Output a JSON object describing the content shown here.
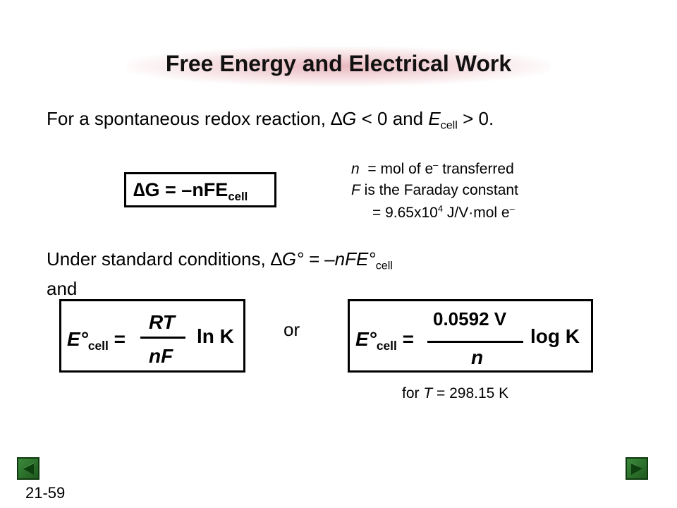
{
  "slide": {
    "title": "Free Energy and Electrical Work",
    "line1": {
      "prefix": "For a spontaneous redox reaction, ",
      "delta": "∆",
      "g": "G",
      "mid": " < 0 and ",
      "e": "E",
      "sub": "cell",
      "suffix": " > 0."
    },
    "box1": {
      "delta": "∆",
      "text": "G = –nFE",
      "sub": "cell"
    },
    "defs": {
      "n_var": "n",
      "n_text": "  = mol of e",
      "n_sup": "–",
      "n_tail": " transferred",
      "f_var": "F",
      "f_text": " is the Faraday constant",
      "val_prefix": "= 9.65x10",
      "val_sup": "4",
      "val_tail": " J/V·mol e",
      "val_sup2": "–"
    },
    "line2": {
      "prefix": "Under standard conditions, ",
      "delta": "∆",
      "expr": "G° = –nFE°",
      "sub": "cell"
    },
    "and_text": "and",
    "box2": {
      "e": "E°",
      "sub": "cell",
      "eq": " =",
      "numerator": "RT",
      "denominator": "nF",
      "tail": "ln K"
    },
    "or_text": "or",
    "box3": {
      "e": "E°",
      "sub": "cell",
      "eq": " =",
      "numerator": "0.0592 V",
      "denominator": "n",
      "tail": "log K"
    },
    "footnote": {
      "prefix": "for ",
      "var": "T",
      "suffix": " = 298.15 K"
    },
    "slide_number": "21-59",
    "nav": {
      "prev_icon": "previous-slide-icon",
      "next_icon": "next-slide-icon",
      "color": "#2e7a2e"
    }
  }
}
